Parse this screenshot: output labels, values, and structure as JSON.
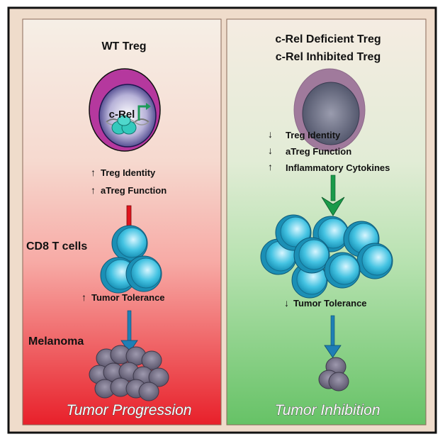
{
  "left_panel": {
    "title": "WT Treg",
    "cell_label": "c-Rel",
    "effects": [
      {
        "direction": "up",
        "arrow": "↑",
        "label": "Treg Identity"
      },
      {
        "direction": "up",
        "arrow": "↑",
        "label": "aTreg Function"
      }
    ],
    "cd8_label": "CD8  T cells",
    "tolerance": {
      "direction": "up",
      "arrow": "↑",
      "label": "Tumor Tolerance"
    },
    "melanoma_label": "Melanoma",
    "outcome": "Tumor Progression"
  },
  "right_panel": {
    "title_line1": "c-Rel Deficient Treg",
    "title_line2": "c-Rel Inhibited Treg",
    "effects": [
      {
        "direction": "down",
        "arrow": "↓",
        "label": "Treg Identity"
      },
      {
        "direction": "down",
        "arrow": "↓",
        "label": "aTreg Function"
      },
      {
        "direction": "up",
        "arrow": "↑",
        "label": "Inflammatory Cytokines"
      }
    ],
    "tolerance": {
      "direction": "down",
      "arrow": "↓",
      "label": "Tumor Tolerance"
    },
    "outcome": "Tumor Inhibition"
  },
  "colors": {
    "frame_bg": "#efdccb",
    "progression_red": "#e8202a",
    "inhibition_green": "#6cc56c",
    "tcell_cyan": "#2bb6d6",
    "tumor_gray": "#6f6a80",
    "inhibit_bar": "#e0141e",
    "green_arrow": "#1a9a4a",
    "blue_arrow": "#1f7fb5"
  }
}
